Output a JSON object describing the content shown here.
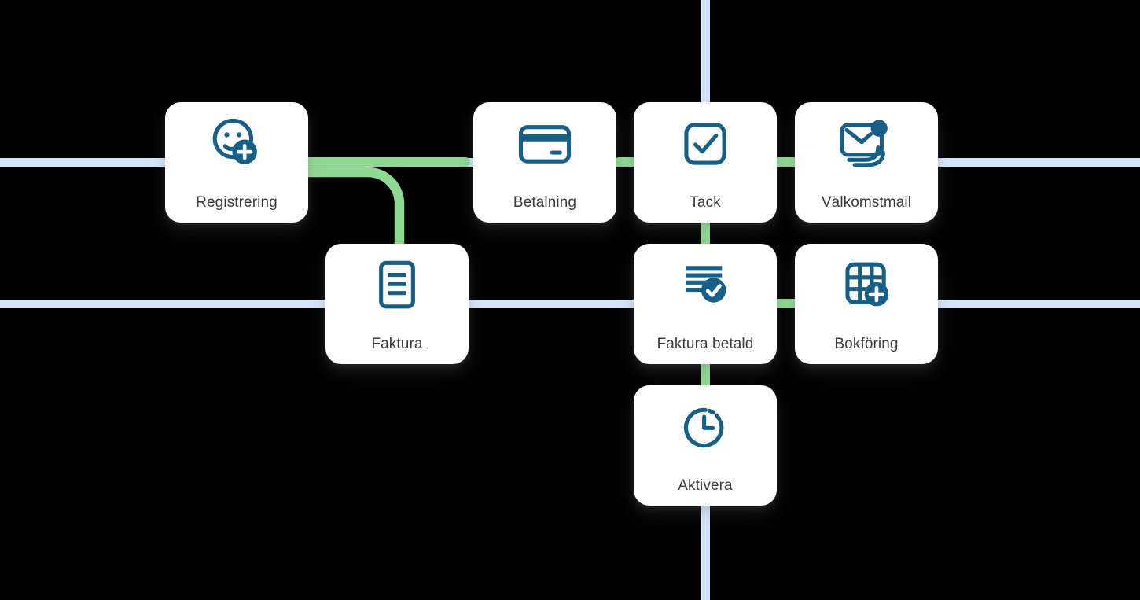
{
  "diagram": {
    "background": "#000000",
    "colors": {
      "card_background": "#ffffff",
      "icon_color": "#175f87",
      "label_color": "#3b3b3b",
      "inactive_line_color": "#d4e6fc",
      "active_line_color": "#8fd994"
    },
    "nodes": [
      {
        "label": "Registrering",
        "icon": "user-add-icon"
      },
      {
        "label": "Betalning",
        "icon": "credit-card-icon"
      },
      {
        "label": "Tack",
        "icon": "checkbox-checked-icon"
      },
      {
        "label": "Välkomstmail",
        "icon": "mail-notification-icon"
      },
      {
        "label": "Faktura",
        "icon": "invoice-document-icon"
      },
      {
        "label": "Faktura betald",
        "icon": "invoice-paid-icon"
      },
      {
        "label": "Bokföring",
        "icon": "spreadsheet-add-icon"
      },
      {
        "label": "Aktivera",
        "icon": "clock-pending-icon"
      }
    ],
    "edges": [
      {
        "from": "Registrering",
        "to": "Betalning",
        "state": "active"
      },
      {
        "from": "Registrering",
        "to": "Faktura",
        "state": "active"
      },
      {
        "from": "Betalning",
        "to": "Tack",
        "state": "active"
      },
      {
        "from": "Tack",
        "to": "Välkomstmail",
        "state": "active"
      },
      {
        "from": "Tack",
        "to": "Faktura betald",
        "state": "active"
      },
      {
        "from": "Faktura betald",
        "to": "Bokföring",
        "state": "active"
      },
      {
        "from": "Faktura betald",
        "to": "Aktivera",
        "state": "active"
      }
    ]
  }
}
